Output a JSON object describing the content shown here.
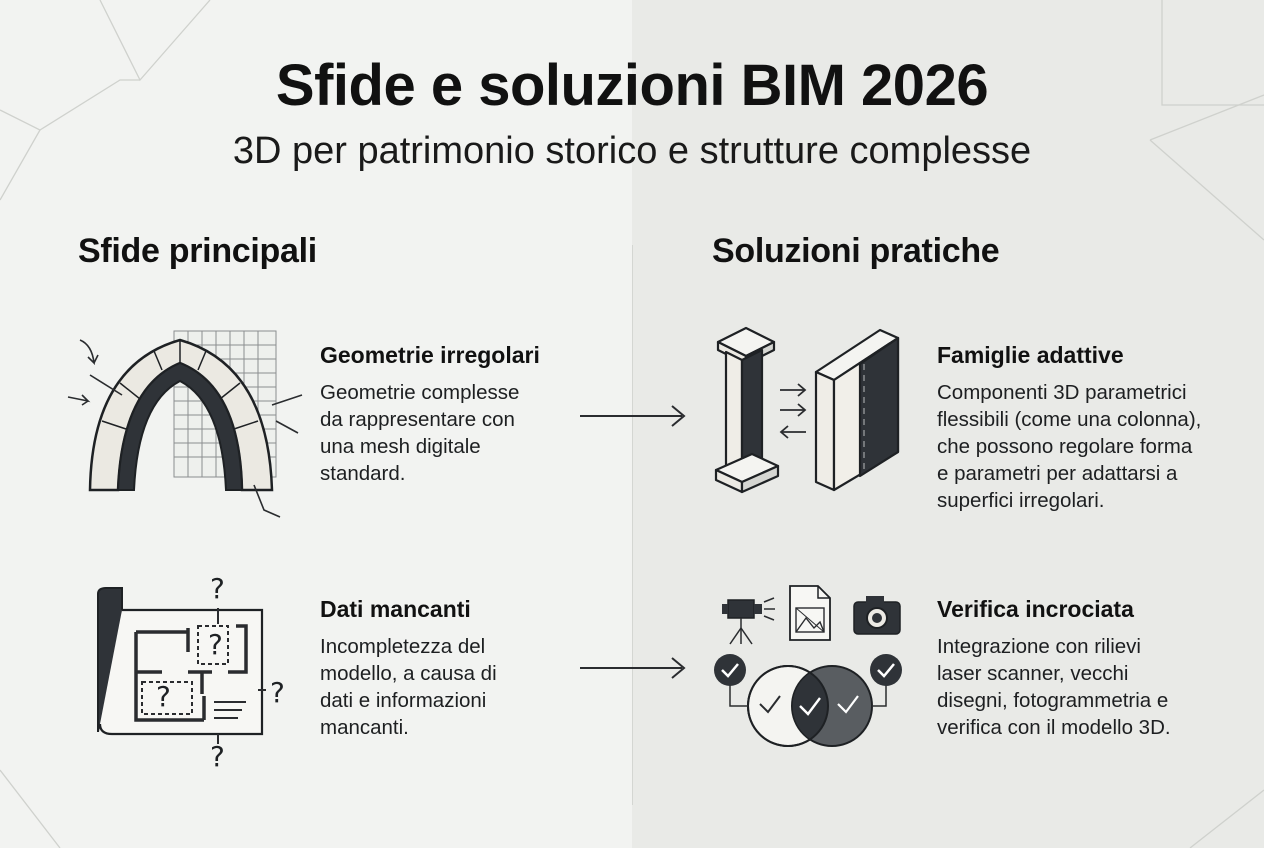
{
  "header": {
    "title": "Sfide e soluzioni BIM 2026",
    "subtitle": "3D per patrimonio storico e strutture complesse"
  },
  "challenges": {
    "heading": "Sfide principali",
    "items": [
      {
        "title": "Geometrie irregolari",
        "lines": [
          "Geometrie complesse",
          "da rappresentare con",
          "una mesh digitale",
          "standard."
        ],
        "icon": "gothic-arch-mesh-icon"
      },
      {
        "title": "Dati mancanti",
        "lines": [
          "Incompletezza del",
          "modello, a causa di",
          "dati e informazioni",
          "mancanti."
        ],
        "icon": "floor-plan-question-icon"
      }
    ]
  },
  "solutions": {
    "heading": "Soluzioni pratiche",
    "items": [
      {
        "title": "Famiglie adattive",
        "lines": [
          "Componenti 3D parametrici",
          "flessibili (come una colonna),",
          "che possono regolare forma",
          "e parametri per adattarsi a",
          "superfici irregolari."
        ],
        "icon": "adaptive-column-icon"
      },
      {
        "title": "Verifica incrociata",
        "lines": [
          "Integrazione con rilievi",
          "laser scanner, vecchi",
          "disegni, fotogrammetria e",
          "verifica con il modello 3D."
        ],
        "icon": "cross-verification-icon"
      }
    ]
  },
  "icon_glyphs": {
    "question": "?"
  },
  "colors": {
    "dark": "#2f3338",
    "mid": "#5a5e62",
    "light_bg": "#f2f3f1",
    "right_bg": "#e9eae7"
  }
}
